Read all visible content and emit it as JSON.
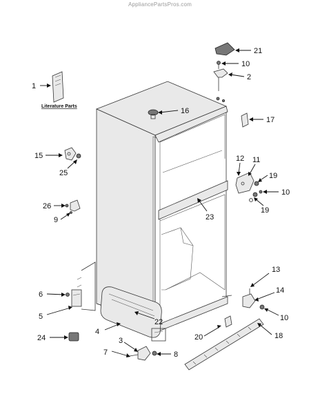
{
  "watermark": "AppliancePartsPros.com",
  "literature_label": "Literature Parts",
  "callouts": [
    "1",
    "2",
    "3",
    "4",
    "5",
    "6",
    "7",
    "8",
    "9",
    "10",
    "11",
    "12",
    "13",
    "14",
    "15",
    "16",
    "17",
    "18",
    "19",
    "20",
    "21",
    "22",
    "23",
    "24",
    "25",
    "26"
  ],
  "labels": {
    "c1": "1",
    "c2": "2",
    "c3": "3",
    "c4": "4",
    "c5": "5",
    "c6": "6",
    "c7": "7",
    "c8": "8",
    "c9": "9",
    "c10a": "10",
    "c10b": "10",
    "c10c": "10",
    "c11": "11",
    "c12": "12",
    "c13": "13",
    "c14": "14",
    "c15": "15",
    "c16": "16",
    "c17": "17",
    "c18": "18",
    "c19a": "19",
    "c19b": "19",
    "c20": "20",
    "c21": "21",
    "c22": "22",
    "c23": "23",
    "c24": "24",
    "c25": "25",
    "c26": "26"
  }
}
